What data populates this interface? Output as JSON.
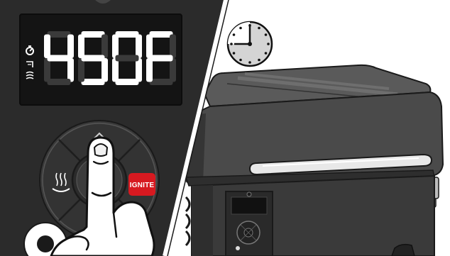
{
  "display": {
    "temperature": "450",
    "unit": "F",
    "status_icons": [
      "timer-icon",
      "probe-icon",
      "smoke-icon"
    ]
  },
  "controller": {
    "ignite_label": "IGNITE",
    "keep_warm_icon": "keep-warm-icon",
    "up_icon": "chevron-up-icon"
  },
  "timer": {
    "icon": "clock-icon"
  },
  "colors": {
    "panel": "#2b2b2b",
    "display_bg": "#141414",
    "display_lit": "#ffffff",
    "display_dim": "#3a3a3a",
    "ignite": "#d71920",
    "grill_body": "#3c3c3c",
    "grill_lid": "#4a4a4a",
    "hand_fill": "#ffffff",
    "outline": "#1a1a1a"
  }
}
